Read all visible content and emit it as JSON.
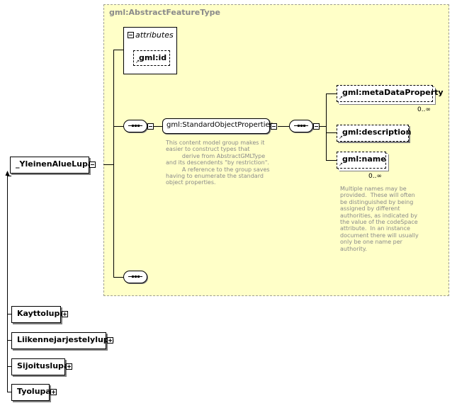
{
  "diagram": {
    "root": {
      "label": "_YleinenAlueLupa"
    },
    "type_box": {
      "title": "gml:AbstractFeatureType"
    },
    "attributes": {
      "title": "attributes",
      "items": [
        {
          "label": "gml:id"
        }
      ]
    },
    "group": {
      "label": "gml:StandardObjectProperties",
      "note": "This content model group makes it\neasier to construct types that\n         derive from AbstractGMLType\nand its descendents \"by restriction\".\n         A reference to the group saves\nhaving to enumerate the standard\nobject properties."
    },
    "elements": [
      {
        "label": "gml:metaDataProperty",
        "occurrence": "0..∞"
      },
      {
        "label": "gml:description",
        "occurrence": ""
      },
      {
        "label": "gml:name",
        "occurrence": "0..∞",
        "note": "Multiple names may be\nprovided.  These will often\nbe distinguished by being\nassigned by different\nauthorities, as indicated by\nthe value of the codeSpace\nattribute.  In an instance\ndocument there will usually\nonly be one name per\nauthority."
      }
    ],
    "derived": [
      {
        "label": "Kayttolupa"
      },
      {
        "label": "Liikennejarjestelylupa"
      },
      {
        "label": "Sijoituslupa"
      },
      {
        "label": "Tyolupa"
      }
    ],
    "colors": {
      "type_box_fill": "#ffffc8",
      "type_box_border": "#a0a090",
      "note_text": "#8a8a8a"
    }
  }
}
